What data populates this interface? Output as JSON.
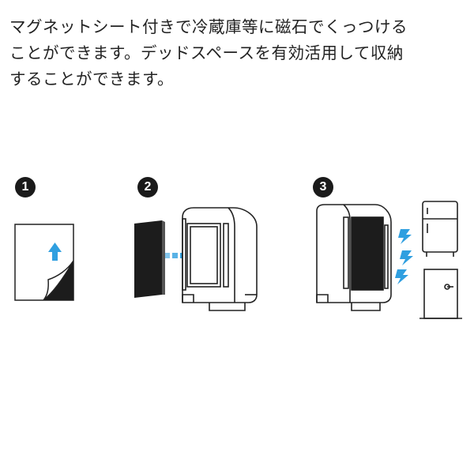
{
  "description": {
    "lines": [
      "マグネットシート付きで冷蔵庫等に磁石でくっつける",
      "ことができます。デッドスペースを有効活用して収納",
      "することができます。"
    ]
  },
  "steps": [
    {
      "number": "1"
    },
    {
      "number": "2"
    },
    {
      "number": "3"
    }
  ],
  "colors": {
    "text": "#222222",
    "step_badge": "#1a1a1a",
    "accent_arrow": "#2f9fe0",
    "magnet_sheet": "#1c1c1c",
    "outline": "#222222"
  },
  "icons": {
    "step1": [
      "magnetic-sheet-icon",
      "peel-up-arrow-icon"
    ],
    "step2": [
      "magnet-sheet-panel-icon",
      "attach-arrow-icon",
      "device-unit-icon"
    ],
    "step3": [
      "device-with-magnet-icon",
      "lightning-icon",
      "refrigerator-icon",
      "door-icon"
    ]
  }
}
